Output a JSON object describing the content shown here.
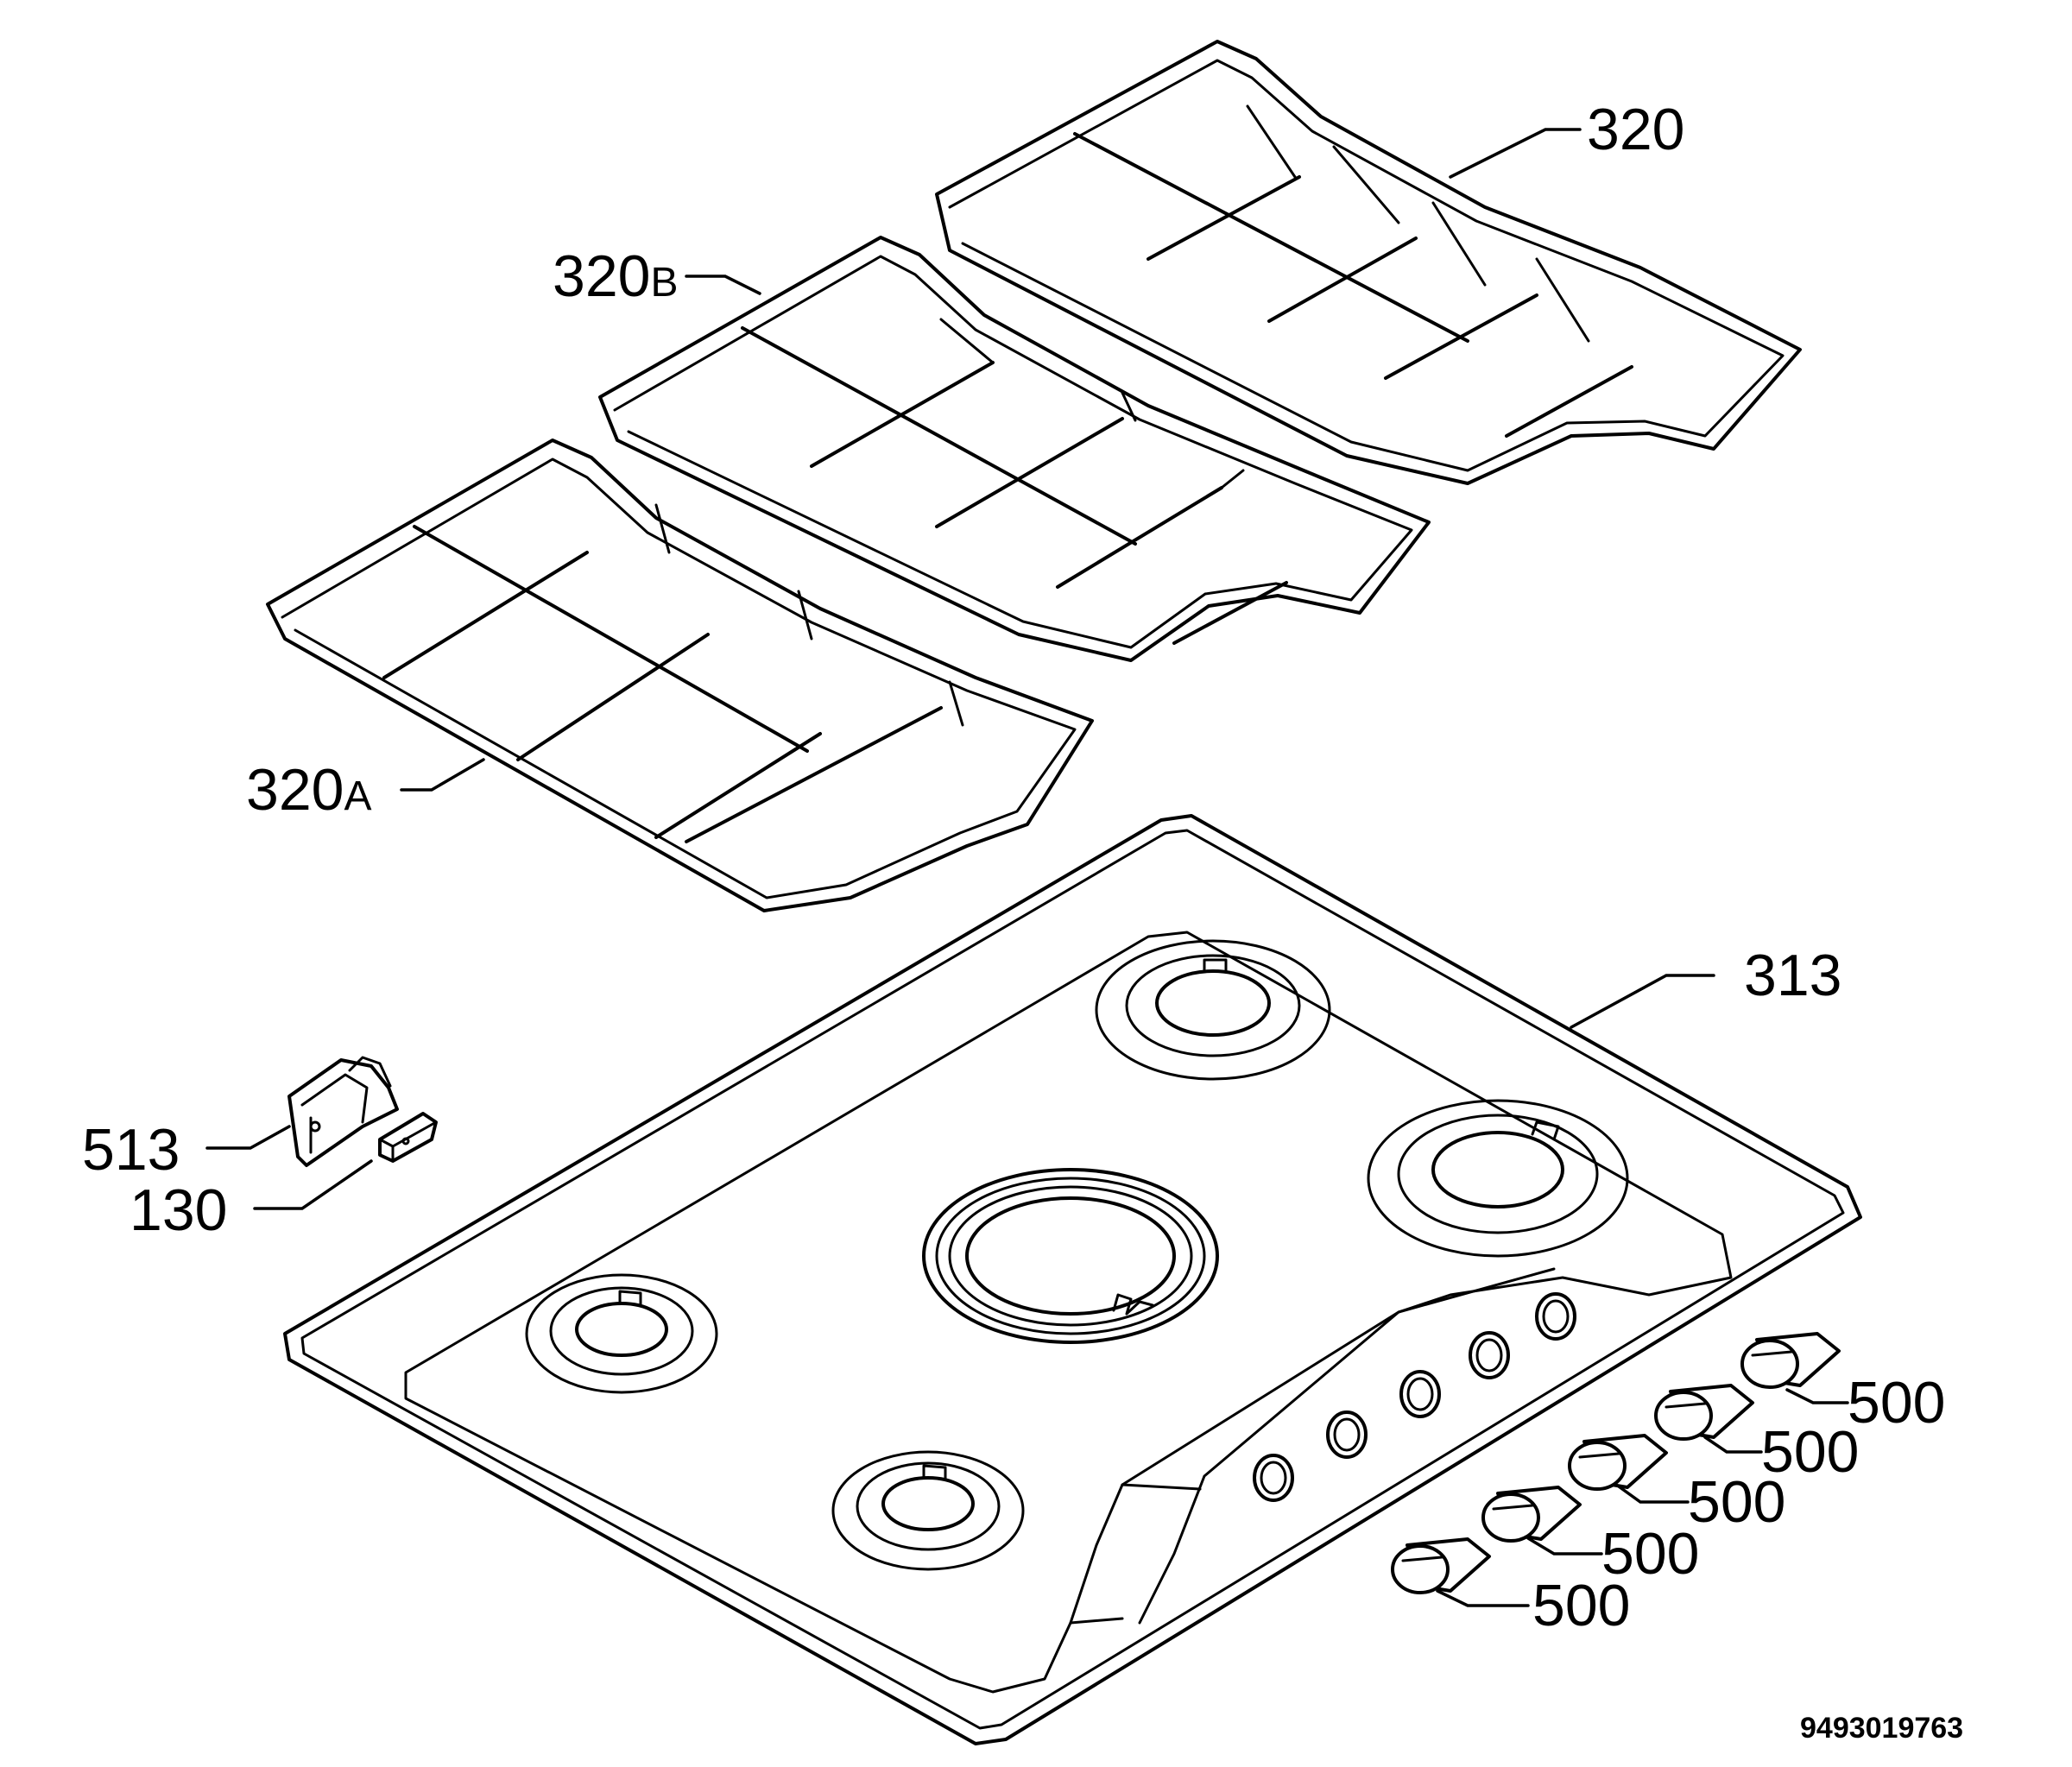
{
  "callouts": {
    "grate_right": {
      "number": "320",
      "suffix": ""
    },
    "grate_middle": {
      "number": "320",
      "suffix": "B"
    },
    "grate_left": {
      "number": "320",
      "suffix": "A"
    },
    "hob_top": {
      "number": "313",
      "suffix": ""
    },
    "bracket": {
      "number": "513",
      "suffix": ""
    },
    "clip": {
      "number": "130",
      "suffix": ""
    },
    "knob_1": {
      "number": "500",
      "suffix": ""
    },
    "knob_2": {
      "number": "500",
      "suffix": ""
    },
    "knob_3": {
      "number": "500",
      "suffix": ""
    },
    "knob_4": {
      "number": "500",
      "suffix": ""
    },
    "knob_5": {
      "number": "500",
      "suffix": ""
    }
  },
  "drawing_code": "9493019763"
}
